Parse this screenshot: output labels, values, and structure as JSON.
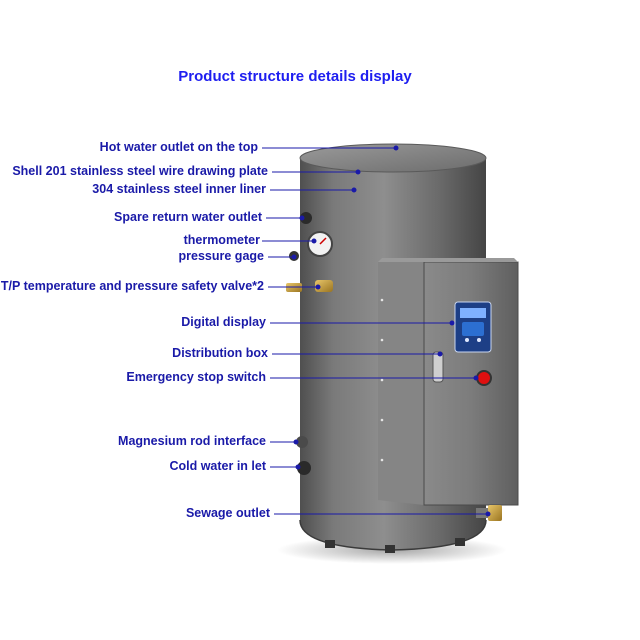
{
  "title": "Product structure details display",
  "labels": {
    "hot_water_outlet": "Hot water outlet on the top",
    "shell": "Shell 201 stainless steel wire drawing plate",
    "inner_liner": "304 stainless steel inner liner",
    "spare_return": "Spare return water outlet",
    "thermometer": "thermometer",
    "pressure_gage": "pressure gage",
    "tp_valve": "T/P temperature and pressure safety valve*2",
    "digital_display": "Digital display",
    "distribution_box": "Distribution box",
    "emergency_stop": "Emergency stop switch",
    "magnesium_rod": "Magnesium rod interface",
    "cold_water_inlet": "Cold water in let",
    "sewage_outlet": "Sewage outlet"
  },
  "colors": {
    "title": "#1e1ef0",
    "label": "#1a1aa8",
    "leader_line": "#1a1aa8",
    "tank_body": "#6f6f6f",
    "box": "#7b7b7b",
    "display_panel": "#2c6fd1",
    "stop_button": "#e01010"
  }
}
